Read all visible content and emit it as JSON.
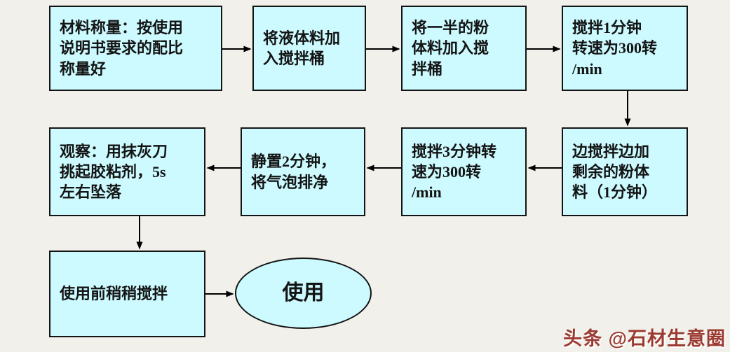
{
  "page": {
    "background_color": "#f1f0eb"
  },
  "flowchart": {
    "node_fill": "#ccfaff",
    "node_border_color": "#141414",
    "arrow_color": "#000000",
    "nodes": [
      {
        "id": "weigh-materials",
        "shape": "rect",
        "label": "材料称量：按使用\n说明书要求的配比\n称量好"
      },
      {
        "id": "add-liquid",
        "shape": "rect",
        "label": "将液体料加\n入搅拌桶"
      },
      {
        "id": "add-half-powder",
        "shape": "rect",
        "label": "将一半的粉\n体料加入搅\n拌桶"
      },
      {
        "id": "stir-1min",
        "shape": "rect",
        "label": "搅拌1分钟\n转速为300转\n/min"
      },
      {
        "id": "add-remaining-powder",
        "shape": "rect",
        "label": "边搅拌边加\n剩余的粉体\n料（1分钟）"
      },
      {
        "id": "stir-3min",
        "shape": "rect",
        "label": "搅拌3分钟转\n速为300转\n/min"
      },
      {
        "id": "rest-2min",
        "shape": "rect",
        "label": "静置2分钟，\n将气泡排净"
      },
      {
        "id": "observe-trowel",
        "shape": "rect",
        "label": "观察：用抹灰刀\n挑起胶粘剂，5s\n左右坠落"
      },
      {
        "id": "stir-before-use",
        "shape": "rect",
        "label": "使用前稍稍搅拌"
      },
      {
        "id": "use",
        "shape": "ellipse",
        "label": "使用"
      }
    ],
    "edges": [
      {
        "from": "weigh-materials",
        "to": "add-liquid",
        "direction": "right"
      },
      {
        "from": "add-liquid",
        "to": "add-half-powder",
        "direction": "right"
      },
      {
        "from": "add-half-powder",
        "to": "stir-1min",
        "direction": "right"
      },
      {
        "from": "stir-1min",
        "to": "add-remaining-powder",
        "direction": "down"
      },
      {
        "from": "add-remaining-powder",
        "to": "stir-3min",
        "direction": "left"
      },
      {
        "from": "stir-3min",
        "to": "rest-2min",
        "direction": "left"
      },
      {
        "from": "rest-2min",
        "to": "observe-trowel",
        "direction": "left"
      },
      {
        "from": "observe-trowel",
        "to": "stir-before-use",
        "direction": "down"
      },
      {
        "from": "stir-before-use",
        "to": "use",
        "direction": "right"
      }
    ]
  },
  "watermark": {
    "text": "头条 @石材生意圈",
    "color": "#9b3a31"
  }
}
